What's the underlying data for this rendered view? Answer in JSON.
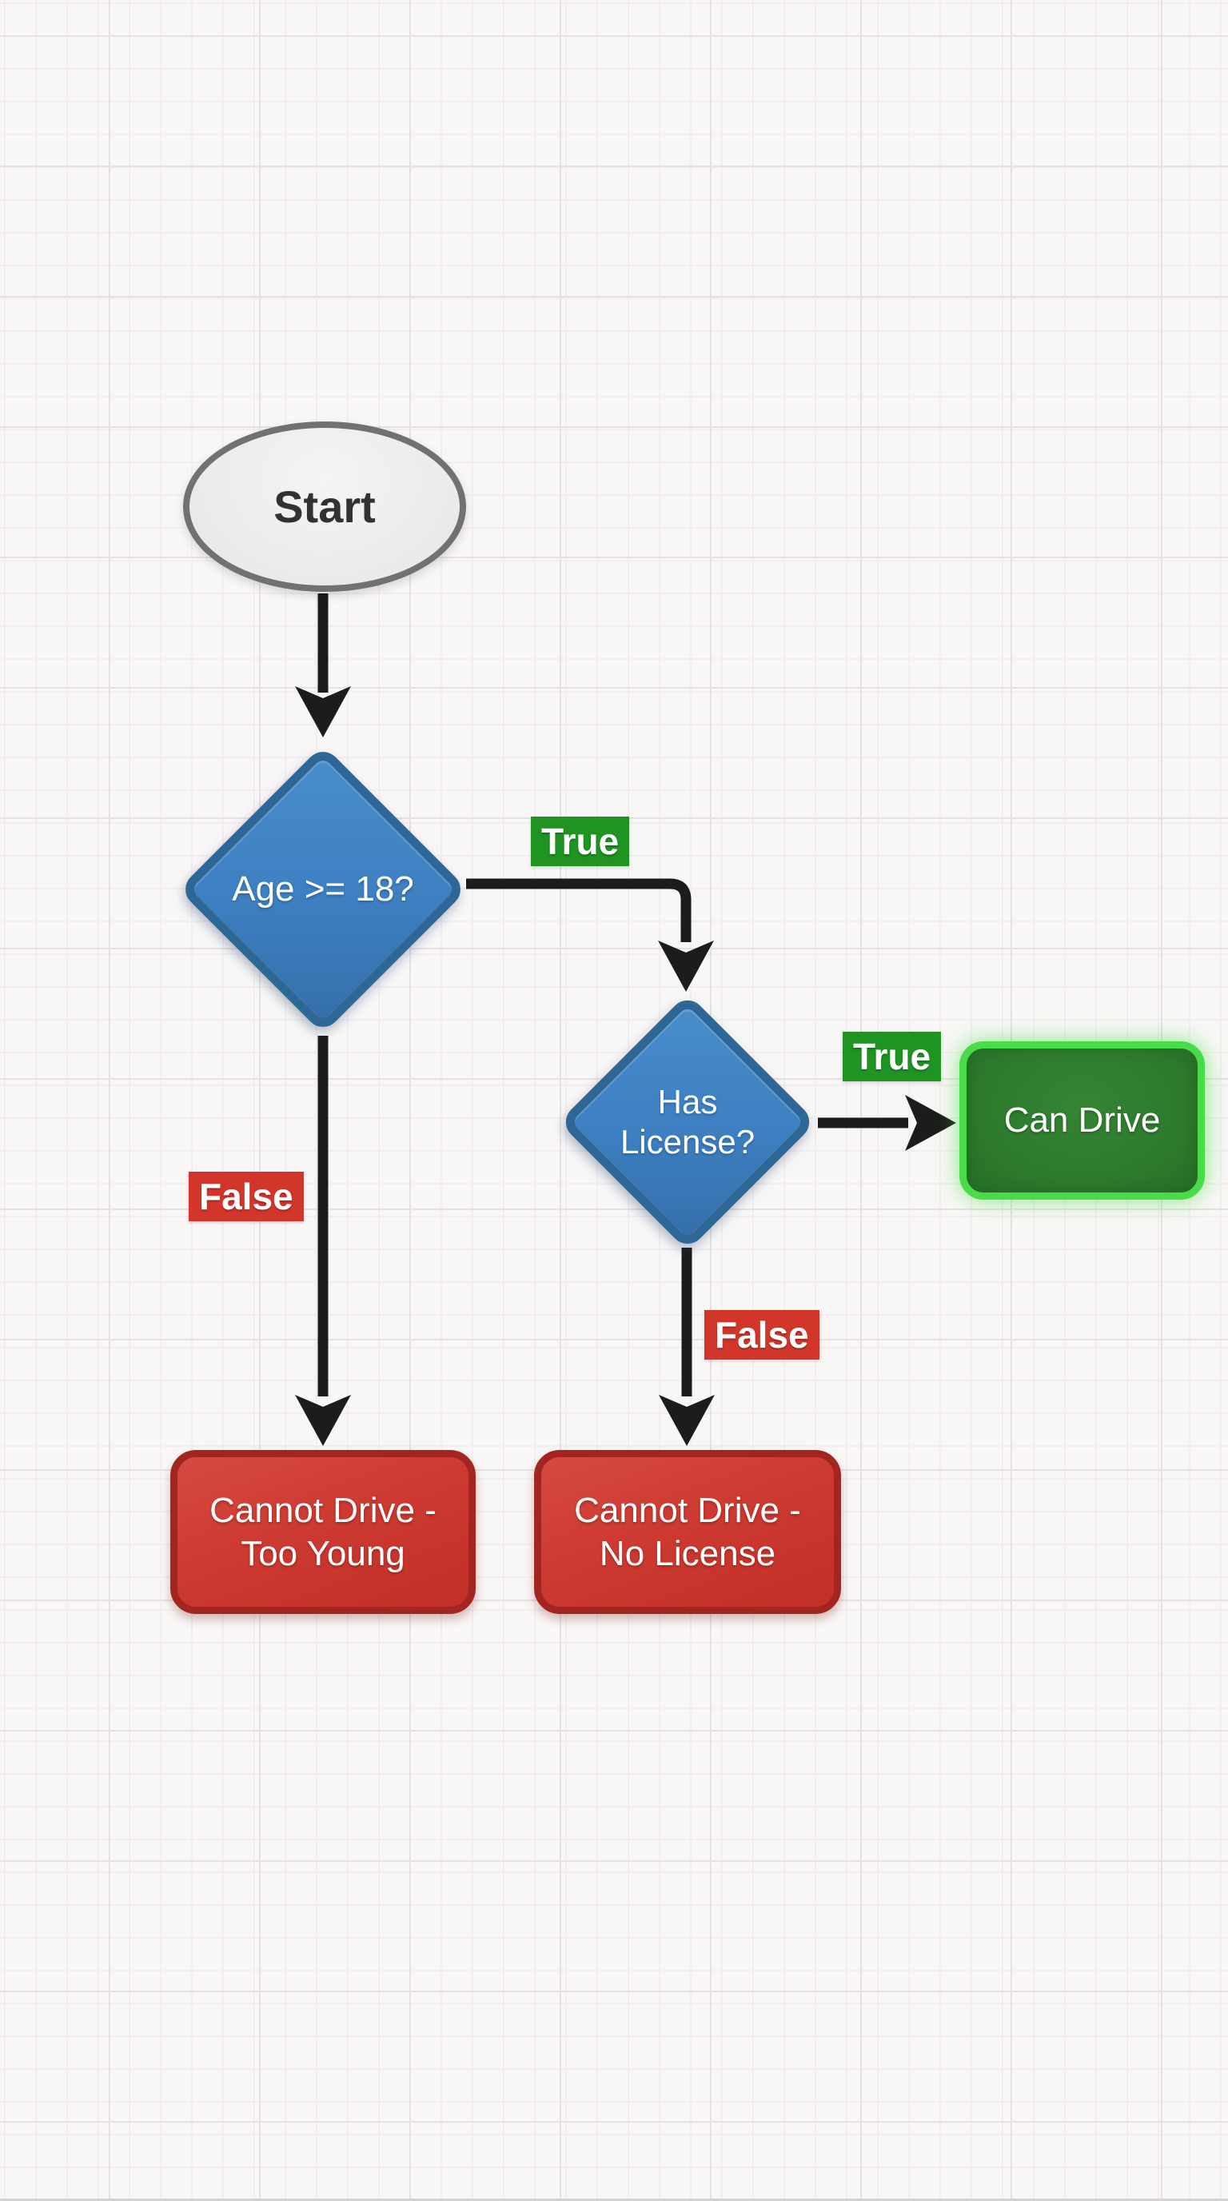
{
  "canvas": {
    "background": "#f9f7f6",
    "grid_major_color": "#e5e0e2",
    "grid_minor_color": "#f2eef0",
    "connector_color": "#1c1c1c"
  },
  "nodes": {
    "start": {
      "label": "Start",
      "type": "terminator",
      "fill": "#ebeae8",
      "border_color": "#71716f",
      "text_color": "#323232"
    },
    "age_check": {
      "label": "Age >= 18?",
      "type": "decision",
      "fill": "#3d7fc1",
      "border_color": "#2e6695",
      "text_color": "#ffffff"
    },
    "license_check": {
      "label": "Has License?",
      "line1": "Has",
      "line2": "License?",
      "type": "decision",
      "fill": "#3d7fc1",
      "border_color": "#2e6695",
      "text_color": "#ffffff"
    },
    "can_drive": {
      "label": "Can Drive",
      "type": "result",
      "fill": "#2d7a2d",
      "border_color": "#49dc49",
      "text_color": "#ffffff"
    },
    "too_young": {
      "label": "Cannot Drive - Too Young",
      "line1": "Cannot Drive -",
      "line2": "Too Young",
      "type": "result",
      "fill": "#cd3a31",
      "border_color": "#a2261f",
      "text_color": "#ffffff"
    },
    "no_license": {
      "label": "Cannot Drive - No License",
      "line1": "Cannot Drive -",
      "line2": "No License",
      "type": "result",
      "fill": "#cd3a31",
      "border_color": "#a2261f",
      "text_color": "#ffffff"
    }
  },
  "edges": {
    "start_to_age": {
      "from": "start",
      "to": "age_check",
      "label": ""
    },
    "age_true": {
      "from": "age_check",
      "to": "license_check",
      "label": "True",
      "label_bg": "#1f9423"
    },
    "age_false": {
      "from": "age_check",
      "to": "too_young",
      "label": "False",
      "label_bg": "#d2362b"
    },
    "license_true": {
      "from": "license_check",
      "to": "can_drive",
      "label": "True",
      "label_bg": "#1f9423"
    },
    "license_false": {
      "from": "license_check",
      "to": "no_license",
      "label": "False",
      "label_bg": "#d2362b"
    }
  }
}
